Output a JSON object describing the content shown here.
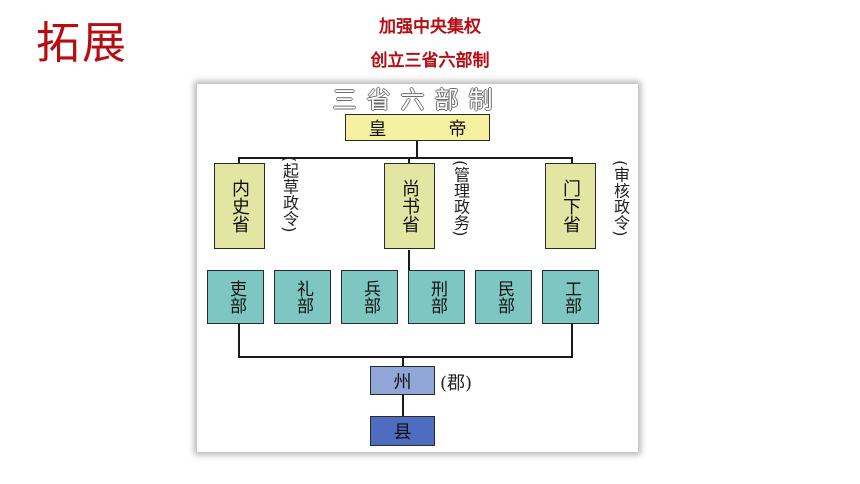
{
  "heading": "拓展",
  "title_line1": "加强中央集权",
  "title_line2": "创立三省六部制",
  "diagram": {
    "title": "三省六部制",
    "emperor": "皇　帝",
    "sheng": [
      {
        "name": "内史省",
        "role": "(起草政令)"
      },
      {
        "name": "尚书省",
        "role": "(管理政务)"
      },
      {
        "name": "门下省",
        "role": "(审核政令)"
      }
    ],
    "bu": [
      "吏部",
      "礼部",
      "兵部",
      "刑部",
      "民部",
      "工部"
    ],
    "zhou": "州",
    "jun": "(郡)",
    "xian": "县"
  },
  "colors": {
    "heading": "#b50d12",
    "emperor_fill": "#f5f1a0",
    "sheng_fill": "#e3e6a2",
    "bu_fill": "#7dc6c1",
    "zhou_fill": "#8fa6d6",
    "xian_fill": "#4e6cc0"
  }
}
